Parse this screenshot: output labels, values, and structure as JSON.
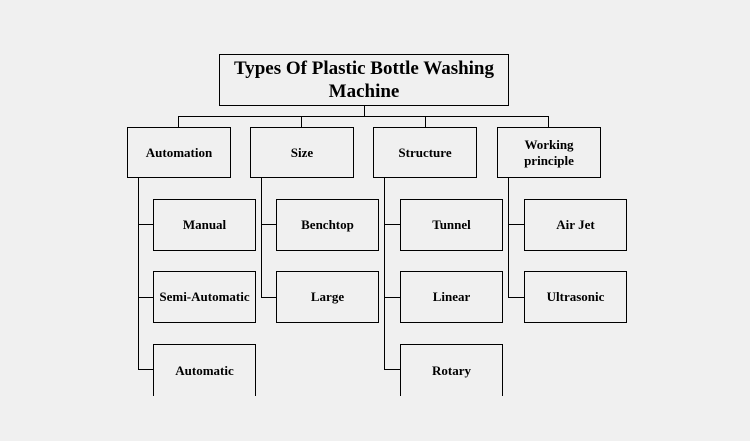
{
  "title": "Types Of Plastic Bottle Washing Machine",
  "categories": [
    {
      "label": "Automation",
      "children": [
        "Manual",
        "Semi-Automatic",
        "Automatic"
      ]
    },
    {
      "label": "Size",
      "children": [
        "Benchtop",
        "Large"
      ]
    },
    {
      "label": "Structure",
      "children": [
        "Tunnel",
        "Linear",
        "Rotary"
      ]
    },
    {
      "label": "Working principle",
      "children": [
        "Air Jet",
        "Ultrasonic"
      ]
    }
  ],
  "colors": {
    "background": "#f0f0f0",
    "line": "#000000",
    "text": "#000000"
  }
}
